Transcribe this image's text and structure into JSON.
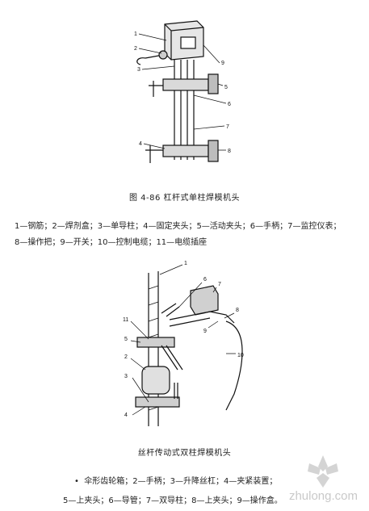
{
  "figure1": {
    "caption": "图 4-86 杠杆式单柱焊模机头",
    "labels": [
      "1",
      "2",
      "3",
      "4",
      "5",
      "6",
      "7",
      "8",
      "9"
    ],
    "legend_line1": "1—钢筋；2—焊剂盒；3—单导柱；4—固定夹头；5—活动夹头；6—手柄；7—监控仪表；",
    "legend_line2": "8—操作把；9—开关；10—控制电缆；11—电缆插座"
  },
  "figure2": {
    "caption": "丝杆传动式双柱焊模机头",
    "labels": [
      "1",
      "6",
      "7",
      "8",
      "9",
      "10",
      "11",
      "5",
      "2",
      "3",
      "4"
    ],
    "legend_line1": "伞形齿轮箱；2—手柄；3—升降丝杠；4—夹紧装置；",
    "legend_line2": "5—上夹头；6—导管；7—双导柱；8—上夹头；9—操作盒。"
  },
  "watermark": {
    "text": "zhulong.com"
  }
}
